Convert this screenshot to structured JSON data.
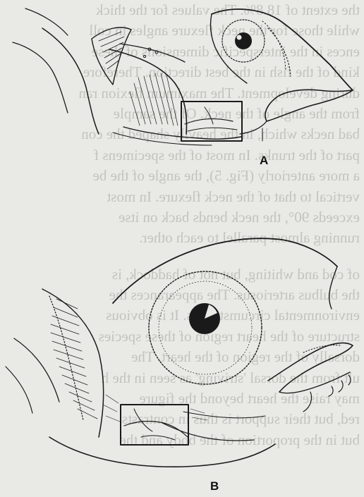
{
  "background_text": {
    "lines_top": [
      "the extent of 18.8%. The values for the thick",
      "while those for the neck flexure angles in coll",
      "ences in the interspecific dimensions of these",
      "kind of the fish in the best direction. Therefore",
      "during development. The maximum flexion ran",
      "from the angle of the neck. Of the sample",
      "bad necks which, in the heavily shaped the con",
      "part of the trunks. In most of the specimens f",
      "a more anteriorly (Fig. 5), the angle of the be",
      "vertical to that of the neck flexure. In most",
      "exceeds 90°, the neck bends back on itse",
      "running almost parallel to each other."
    ],
    "lines_bottom": [
      "of cod and whiting, but not of haddock, is",
      "the bulbus arteriosus. The appearances the",
      "environmental circumstances. It is obvious",
      "structure of the heart region of these species",
      "dorsally of the region of the heart. The",
      "ult from the dorsal 'striving' as seen in the h",
      "may raise the heart beyond the figure",
      "red, but their support is thus in contrasts",
      "but in the proportion of the body and the"
    ]
  },
  "figures": [
    {
      "id": "A",
      "label": "A"
    },
    {
      "id": "B",
      "label": "B"
    }
  ],
  "colors": {
    "ink": "#1a1a1a",
    "paper": "#e9e9e6",
    "bleed": "#bdbdb8"
  }
}
